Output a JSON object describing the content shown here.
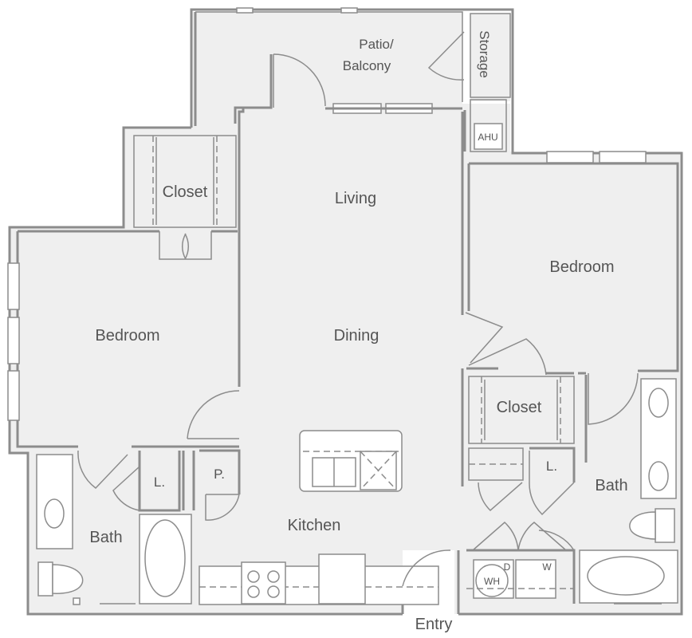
{
  "plan": {
    "colors": {
      "floor": "#efefef",
      "wall": "#8c8c8c",
      "label": "#555555"
    },
    "labels": {
      "patio_line1": "Patio/",
      "patio_line2": "Balcony",
      "storage": "Storage",
      "ahu": "AHU",
      "living": "Living",
      "dining": "Dining",
      "closet_left": "Closet",
      "bedroom_left": "Bedroom",
      "bedroom_right": "Bedroom",
      "closet_right": "Closet",
      "linen_left": "L.",
      "pantry": "P.",
      "linen_right": "L.",
      "bath_left": "Bath",
      "bath_right": "Bath",
      "kitchen": "Kitchen",
      "water_heater": "WH",
      "dryer": "D",
      "washer": "W",
      "entry": "Entry"
    }
  }
}
